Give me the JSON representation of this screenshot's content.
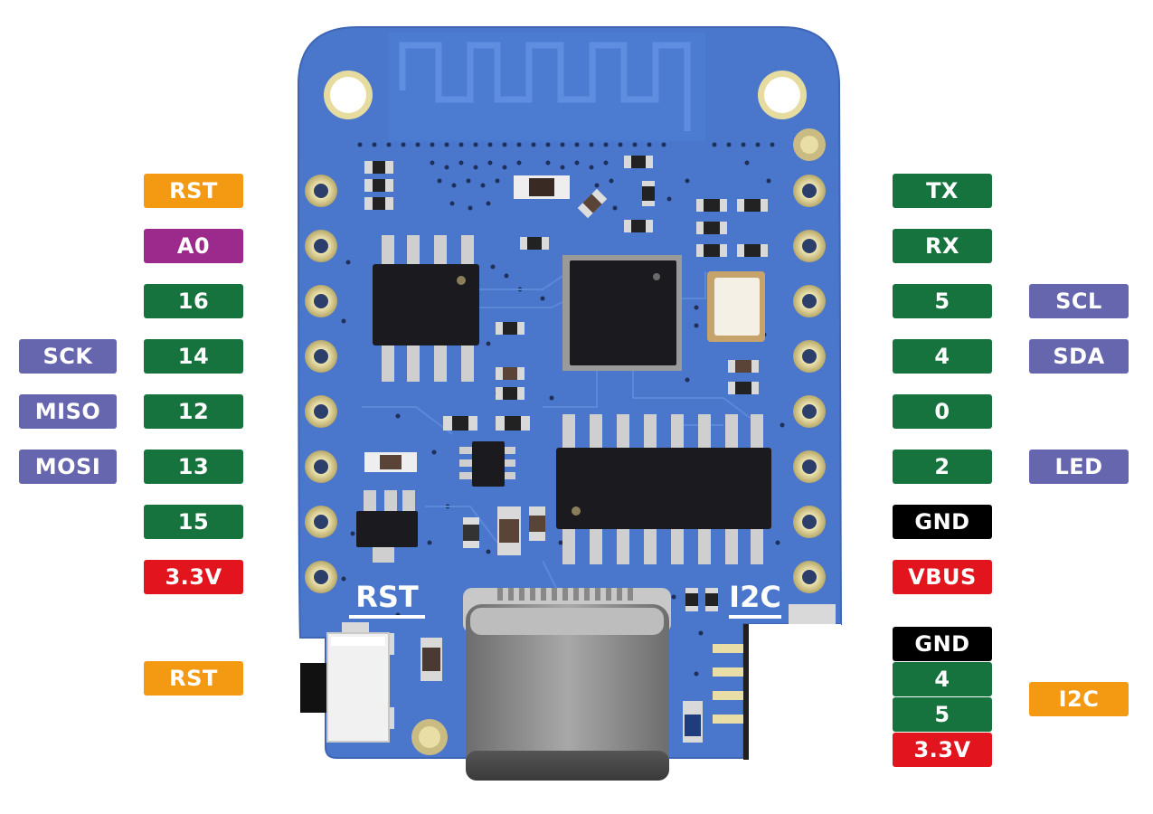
{
  "colors": {
    "reset": "#F39A12",
    "analog": "#9C2A8C",
    "gpio": "#17733E",
    "function": "#6566AE",
    "power": "#E2141D",
    "ground": "#000000",
    "board": "#4B78CE",
    "chip": "#1B1B1F",
    "pad": "#E8DEA6"
  },
  "left_pins": [
    {
      "label": "RST",
      "type": "reset"
    },
    {
      "label": "A0",
      "type": "analog"
    },
    {
      "label": "16",
      "type": "gpio"
    },
    {
      "label": "14",
      "type": "gpio",
      "alt": "SCK"
    },
    {
      "label": "12",
      "type": "gpio",
      "alt": "MISO"
    },
    {
      "label": "13",
      "type": "gpio",
      "alt": "MOSI"
    },
    {
      "label": "15",
      "type": "gpio"
    },
    {
      "label": "3.3V",
      "type": "power"
    }
  ],
  "right_pins": [
    {
      "label": "TX",
      "type": "gpio"
    },
    {
      "label": "RX",
      "type": "gpio"
    },
    {
      "label": "5",
      "type": "gpio",
      "alt": "SCL"
    },
    {
      "label": "4",
      "type": "gpio",
      "alt": "SDA"
    },
    {
      "label": "0",
      "type": "gpio"
    },
    {
      "label": "2",
      "type": "gpio",
      "alt": "LED"
    },
    {
      "label": "GND",
      "type": "ground"
    },
    {
      "label": "VBUS",
      "type": "power"
    }
  ],
  "reset_button": {
    "label": "RST",
    "type": "reset"
  },
  "i2c_connector": {
    "title": "I2C",
    "pins": [
      {
        "label": "GND",
        "type": "ground"
      },
      {
        "label": "4",
        "type": "gpio"
      },
      {
        "label": "5",
        "type": "gpio"
      },
      {
        "label": "3.3V",
        "type": "power"
      }
    ]
  },
  "silkscreen": {
    "rst": "RST",
    "i2c": "I2C"
  }
}
